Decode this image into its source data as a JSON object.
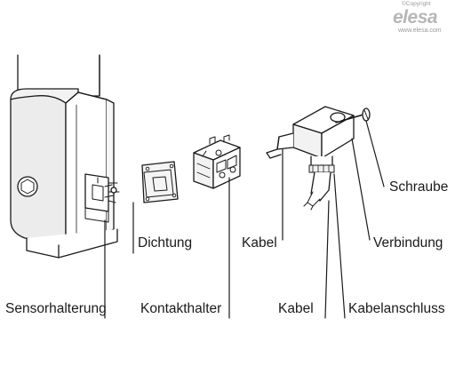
{
  "watermark": {
    "copyright": "©Copyright",
    "brand": "elesa",
    "url": "www.elesa.com"
  },
  "labels": {
    "sensorhalterung": "Sensorhalterung",
    "dichtung": "Dichtung",
    "kontakthalter": "Kontakthalter",
    "kabel_top": "Kabel",
    "kabel_bottom": "Kabel",
    "schraube": "Schraube",
    "verbindung": "Verbindung",
    "kabelanschluss": "Kabelanschluss"
  },
  "colors": {
    "line": "#1a1a1a",
    "shade": "#e6e6e6",
    "watermark": "#b7b7b7"
  }
}
